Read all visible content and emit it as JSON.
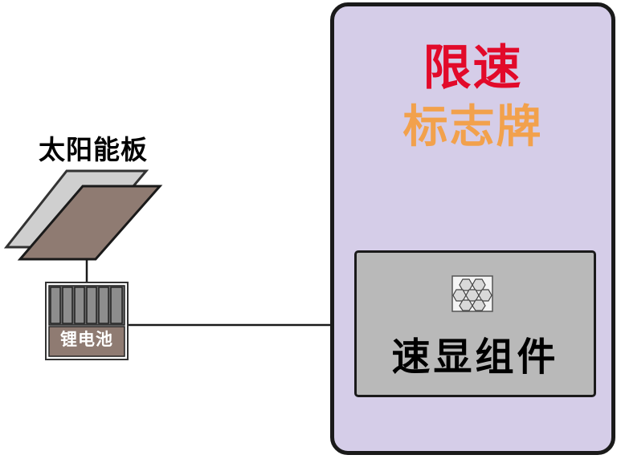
{
  "diagram": {
    "sign": {
      "title_line1": "限速",
      "title_line2": "标志牌",
      "module_label": "速显组件"
    },
    "solar_panel_label": "太阳能板",
    "battery_label": "锂电池",
    "colors": {
      "title_line1": "#e20a2a",
      "title_line2": "#f2a14c",
      "sign_fill": "#d5cde8",
      "module_fill": "#b9b9b9",
      "panel_fill": "#8f7b72",
      "battery_text": "#ffffff"
    },
    "icons": {
      "module_sensor": "honeycomb-sensor-icon"
    }
  }
}
